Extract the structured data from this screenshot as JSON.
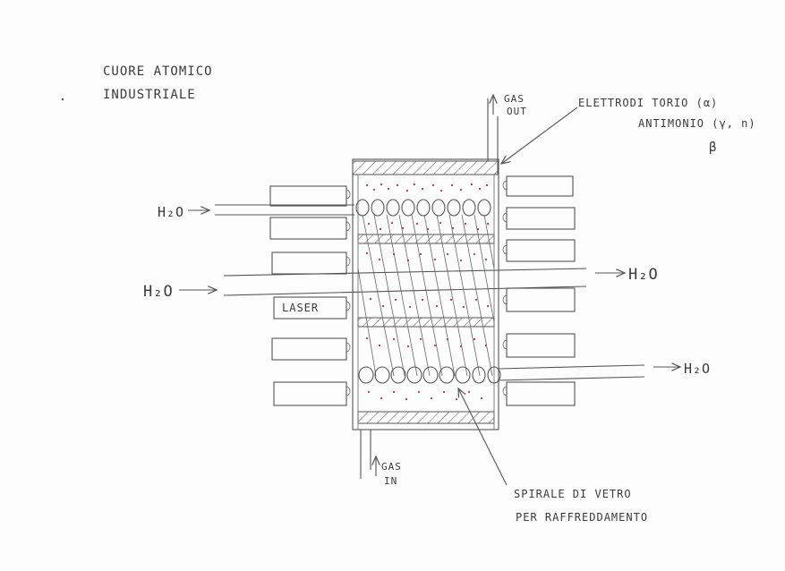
{
  "title_line1": "CUORE ATOMICO",
  "title_line2": "INDUSTRIALE",
  "gas_out": [
    "GAS",
    "OUT"
  ],
  "gas_in": [
    "GAS",
    "IN"
  ],
  "electrodes_label": "ELETTRODI TORIO (α)",
  "antimony_label": "ANTIMONIO (γ, n)",
  "beta_label": "β",
  "water_label": "H₂O",
  "laser_label": "LASER",
  "spiral_label_line1": "SPIRALE DI VETRO",
  "spiral_label_line2": "PER RAFFREDDAMENTO",
  "colors": {
    "ink": "#4a4a4a",
    "dots": "#c0304a",
    "paper": "#fdfdfd"
  }
}
